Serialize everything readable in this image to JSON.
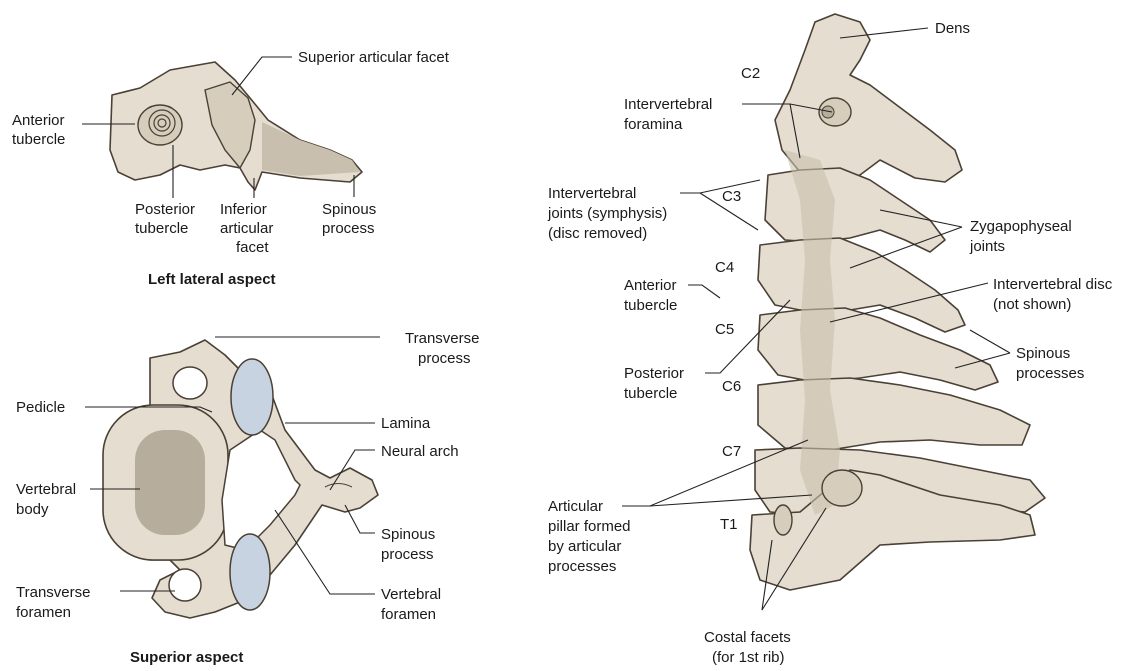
{
  "lateral_view": {
    "caption": "Left lateral aspect",
    "labels": {
      "superior_articular_facet": "Superior articular facet",
      "anterior_tubercle": [
        "Anterior",
        "tubercle"
      ],
      "posterior_tubercle": [
        "Posterior",
        "tubercle"
      ],
      "inferior_articular_facet": [
        "Inferior",
        "articular",
        "facet"
      ],
      "spinous_process": [
        "Spinous",
        "process"
      ]
    }
  },
  "superior_view": {
    "caption": "Superior aspect",
    "labels": {
      "transverse_process": [
        "Transverse",
        "process"
      ],
      "pedicle": "Pedicle",
      "lamina": "Lamina",
      "neural_arch": "Neural arch",
      "vertebral_body": [
        "Vertebral",
        "body"
      ],
      "spinous_process": [
        "Spinous",
        "process"
      ],
      "transverse_foramen": [
        "Transverse",
        "foramen"
      ],
      "vertebral_foramen": [
        "Vertebral",
        "foramen"
      ]
    }
  },
  "column_view": {
    "levels": [
      "C2",
      "C3",
      "C4",
      "C5",
      "C6",
      "C7",
      "T1"
    ],
    "labels": {
      "dens": "Dens",
      "intervertebral_foramina": [
        "Intervertebral",
        "foramina"
      ],
      "intervertebral_joints": [
        "Intervertebral",
        "joints (symphysis)",
        "(disc removed)"
      ],
      "zygapophyseal_joints": [
        "Zygapophyseal",
        "joints"
      ],
      "anterior_tubercle": [
        "Anterior",
        "tubercle"
      ],
      "intervertebral_disc": [
        "Intervertebral disc",
        "(not shown)"
      ],
      "spinous_processes": [
        "Spinous",
        "processes"
      ],
      "posterior_tubercle": [
        "Posterior",
        "tubercle"
      ],
      "articular_pillar": [
        "Articular",
        "pillar formed",
        "by articular",
        "processes"
      ],
      "costal_facets": [
        "Costal facets",
        "(for 1st rib)"
      ]
    }
  }
}
